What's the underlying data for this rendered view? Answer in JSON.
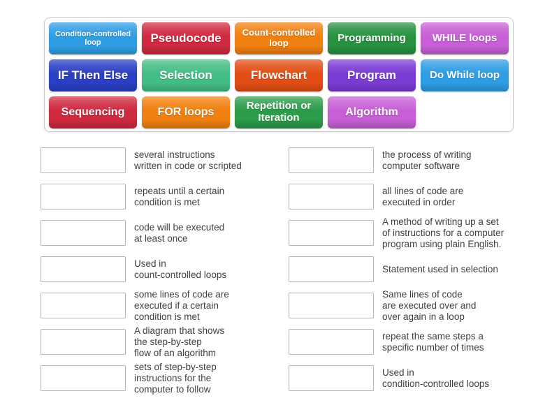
{
  "word_bank": {
    "tiles": [
      {
        "label": "Condition-controlled loop",
        "color": "#2f9de4"
      },
      {
        "label": "Pseudocode",
        "color": "#cf2a3f"
      },
      {
        "label": "Count-controlled loop",
        "color": "#f0800f"
      },
      {
        "label": "Programming",
        "color": "#27913f"
      },
      {
        "label": "WHILE loops",
        "color": "#c75fd6"
      },
      {
        "label": "IF Then Else",
        "color": "#2b3fc4"
      },
      {
        "label": "Selection",
        "color": "#43bd86"
      },
      {
        "label": "Flowchart",
        "color": "#e24e15"
      },
      {
        "label": "Program",
        "color": "#7a3cd4"
      },
      {
        "label": "Do While loop",
        "color": "#2f9de4"
      },
      {
        "label": "Sequencing",
        "color": "#cf2a3f"
      },
      {
        "label": "FOR loops",
        "color": "#f0800f"
      },
      {
        "label": "Repetition or Iteration",
        "color": "#2b9c4a"
      },
      {
        "label": "Algorithm",
        "color": "#c75fd6"
      }
    ]
  },
  "definitions": {
    "left": [
      "several instructions\nwritten in code or scripted",
      "repeats until a certain\ncondition is met",
      "code will be executed\nat least once",
      "Used in\ncount-controlled loops",
      "some lines of code are\nexecuted if a certain\ncondition is met",
      "A diagram that shows\nthe step-by-step\nflow of an algorithm",
      "sets of step-by-step\ninstructions for the\ncomputer to follow"
    ],
    "right": [
      "the process of writing\ncomputer software",
      "all lines of code are\nexecuted in order",
      "A method of writing up a set\nof instructions for a computer\nprogram using plain English.",
      "Statement used in selection",
      "Same lines of code\nare executed over and\nover again in a loop",
      "repeat the same steps a\nspecific number of times",
      "Used in\ncondition-controlled loops"
    ]
  }
}
